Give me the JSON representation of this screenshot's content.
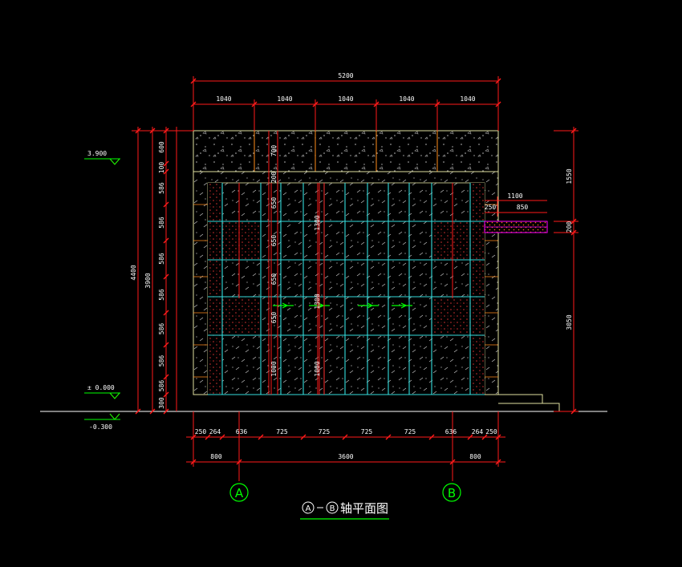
{
  "colors": {
    "background": "#000000",
    "dimension": "#ff1a1a",
    "outline": "#e0e0a0",
    "grid": "#33dddd",
    "axis": "#00ff00",
    "accent": "#ff00ff",
    "stone": "#ff8c1a",
    "text": "#ffffff"
  },
  "dims": {
    "overall_width": "5200",
    "top_segments": [
      "1040",
      "1040",
      "1040",
      "1040",
      "1040"
    ],
    "bottom_segments": [
      "250",
      "264",
      "636",
      "725",
      "725",
      "725",
      "725",
      "636",
      "264",
      "250"
    ],
    "axis_segments": [
      "800",
      "3600",
      "800"
    ],
    "left_outer": "4400",
    "left_middle": "3900",
    "left_inner": [
      "600",
      "100",
      "586",
      "586",
      "586",
      "586",
      "586",
      "586",
      "586",
      "300"
    ],
    "right_segments": [
      "1550",
      "200",
      "3050"
    ],
    "inner_top": "700",
    "inner_parapet": "200",
    "inner_panels": [
      "650",
      "650",
      "650",
      "650"
    ],
    "inner_bottom": "1000",
    "inner_bottom_2": "1000",
    "center_a": "1300",
    "center_b": "1300",
    "canopy_total": "1100",
    "canopy_a": "250",
    "canopy_b": "850"
  },
  "levels": {
    "top": "3.900",
    "zero": "± 0.000",
    "bottom": "-0.300"
  },
  "axes": {
    "left": "A",
    "right": "B"
  },
  "title": {
    "from": "A",
    "to": "B",
    "text": "轴平面图"
  }
}
